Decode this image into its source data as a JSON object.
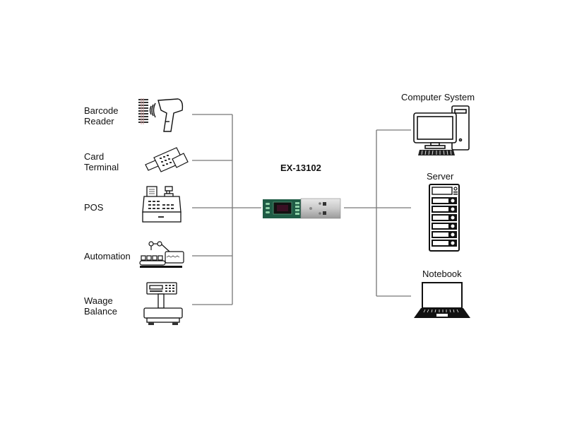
{
  "device": {
    "name": "EX-13102",
    "icon": "usb-adapter-icon"
  },
  "left_devices": [
    {
      "label_line1": "Barcode",
      "label_line2": "Reader",
      "icon": "barcode-reader-icon"
    },
    {
      "label_line1": "Card",
      "label_line2": "Terminal",
      "icon": "card-terminal-icon"
    },
    {
      "label_line1": "POS",
      "label_line2": "",
      "icon": "cash-register-icon"
    },
    {
      "label_line1": "Automation",
      "label_line2": "",
      "icon": "automation-robot-icon"
    },
    {
      "label_line1": "Waage",
      "label_line2": "Balance",
      "icon": "scale-icon"
    }
  ],
  "right_devices": [
    {
      "label": "Computer System",
      "icon": "desktop-computer-icon"
    },
    {
      "label": "Server",
      "icon": "server-rack-icon"
    },
    {
      "label": "Notebook",
      "icon": "laptop-icon"
    }
  ],
  "colors": {
    "line": "#777777",
    "pcb": "#1f5b45",
    "usb_metal": "#b8b8b8"
  }
}
